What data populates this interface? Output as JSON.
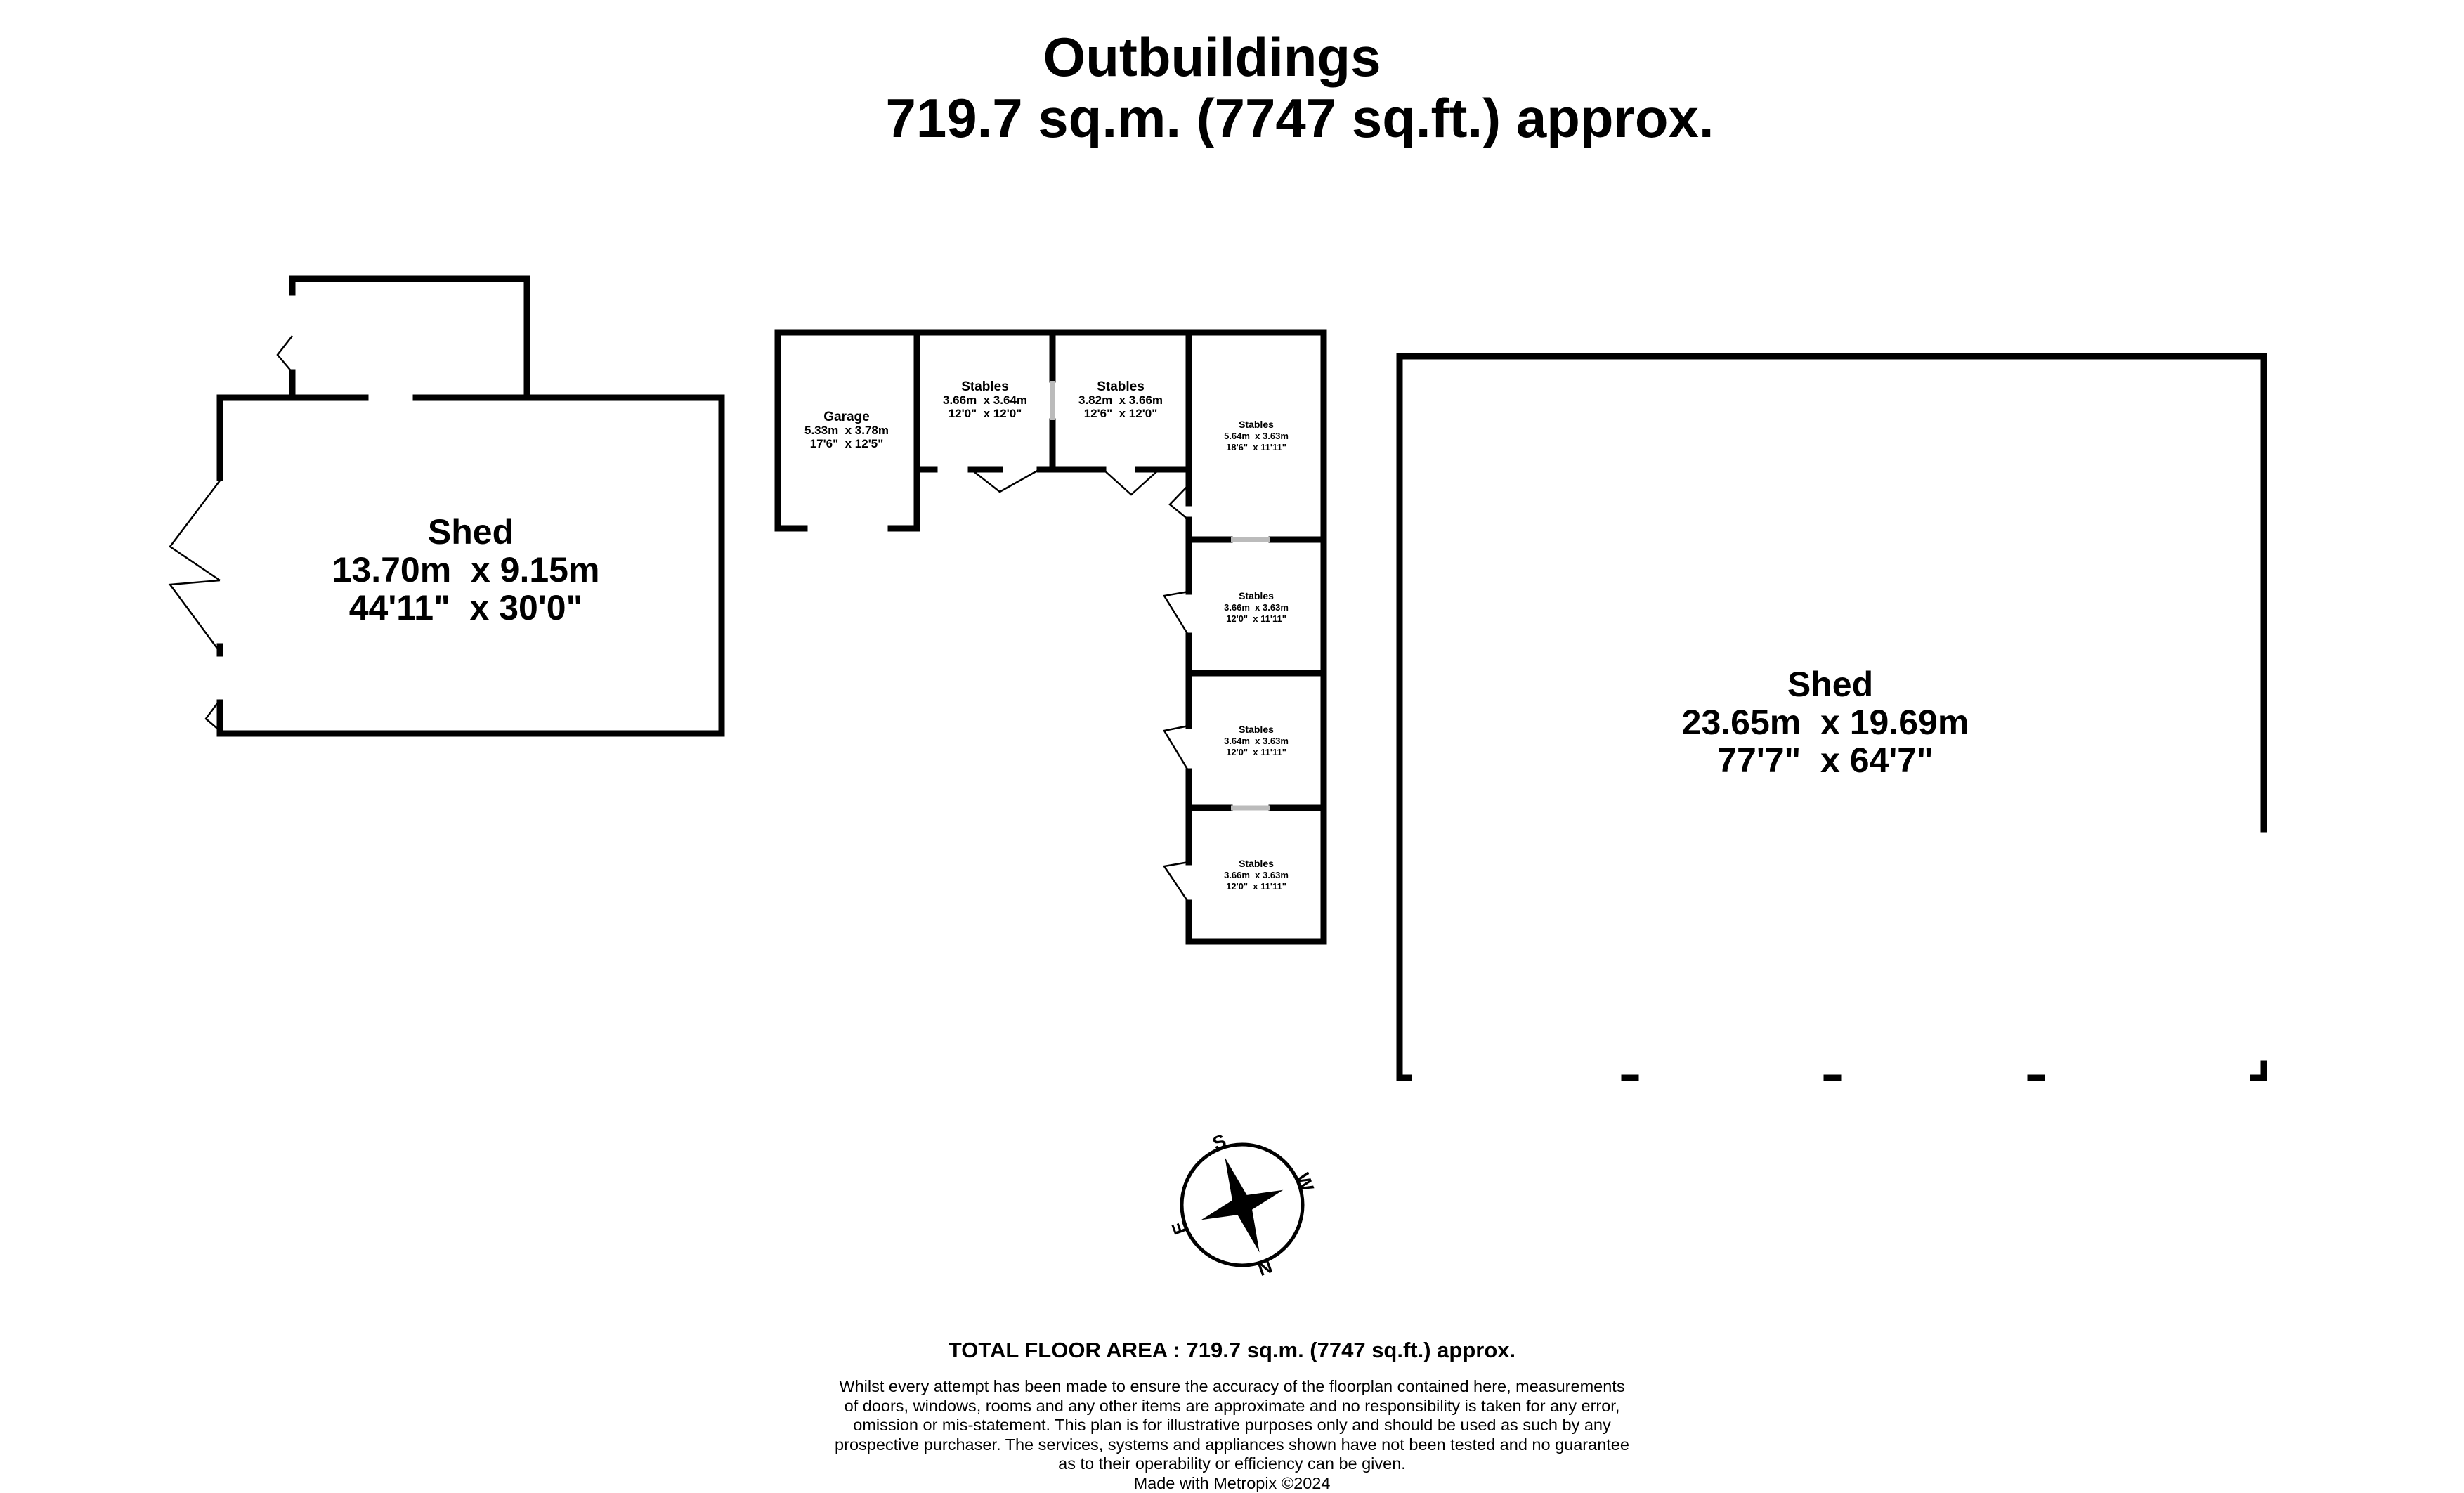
{
  "header": {
    "title": "Outbuildings",
    "area": "719.7 sq.m. (7747 sq.ft.) approx."
  },
  "rooms": {
    "shed_left": {
      "name": "Shed",
      "metric": "13.70m  x 9.15m",
      "imperial": "44'11\"  x 30'0\""
    },
    "garage": {
      "name": "Garage",
      "metric": "5.33m  x 3.78m",
      "imperial": "17'6\"  x 12'5\""
    },
    "stables_1": {
      "name": "Stables",
      "metric": "3.66m  x 3.64m",
      "imperial": "12'0\"  x 12'0\""
    },
    "stables_2": {
      "name": "Stables",
      "metric": "3.82m  x 3.66m",
      "imperial": "12'6\"  x 12'0\""
    },
    "stables_3": {
      "name": "Stables",
      "metric": "5.64m  x 3.63m",
      "imperial": "18'6\"  x 11'11\""
    },
    "stables_4": {
      "name": "Stables",
      "metric": "3.66m  x 3.63m",
      "imperial": "12'0\"  x 11'11\""
    },
    "stables_5": {
      "name": "Stables",
      "metric": "3.64m  x 3.63m",
      "imperial": "12'0\"  x 11'11\""
    },
    "stables_6": {
      "name": "Stables",
      "metric": "3.66m  x 3.63m",
      "imperial": "12'0\"  x 11'11\""
    },
    "shed_right": {
      "name": "Shed",
      "metric": "23.65m  x 19.69m",
      "imperial": "77'7\"  x 64'7\""
    }
  },
  "compass": {
    "n": "N",
    "s": "S",
    "e": "E",
    "w": "W"
  },
  "footer": {
    "total": "TOTAL FLOOR AREA : 719.7 sq.m. (7747 sq.ft.) approx.",
    "disclaimer": [
      "Whilst every attempt has been made to ensure the accuracy of the floorplan contained here, measurements",
      "of doors, windows, rooms and any other items are approximate and no responsibility is taken for any error,",
      "omission or mis-statement. This plan is for illustrative purposes only and should be used as such by any",
      "prospective purchaser. The services, systems and appliances shown have not been tested and no guarantee",
      "as to their operability or efficiency can be given."
    ],
    "credit": "Made with Metropix ©2024"
  }
}
